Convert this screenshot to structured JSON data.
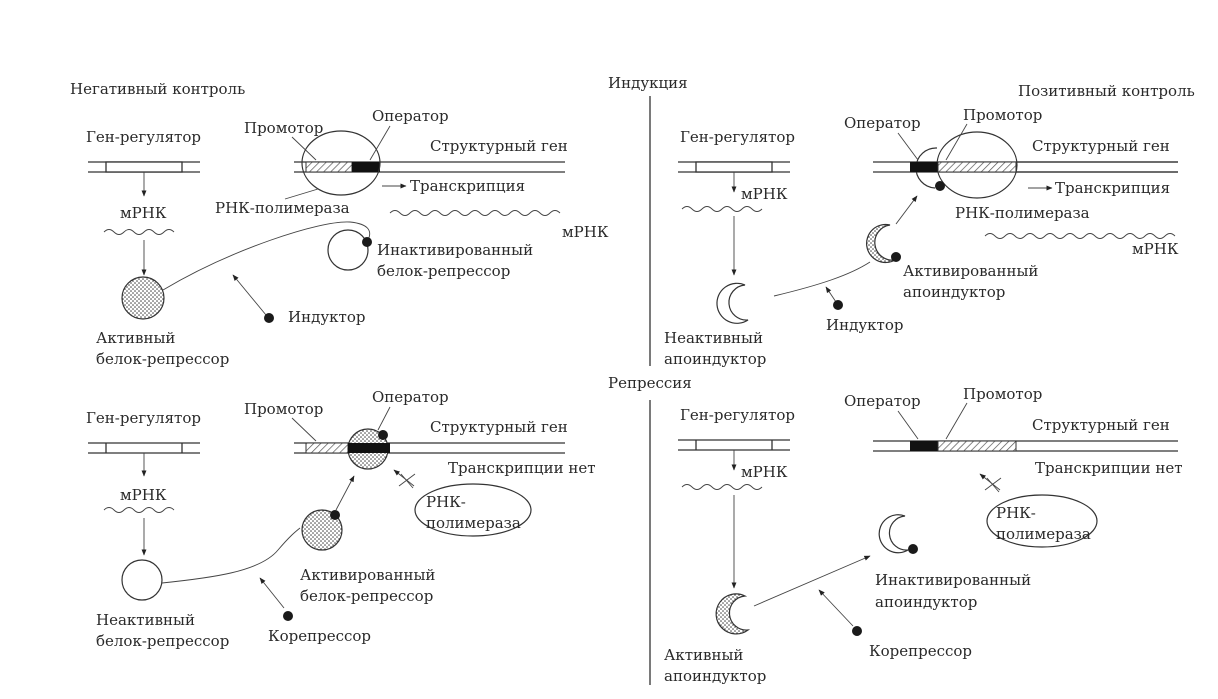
{
  "sections": {
    "negative_control": "Негативный контроль",
    "positive_control": "Позитивный контроль",
    "induction": "Индукция",
    "repression": "Репрессия"
  },
  "panels": {
    "neg_induction": {
      "regulator_gene": "Ген-регулятор",
      "mrna": "мРНК",
      "promoter": "Промотор",
      "operator": "Оператор",
      "structural_gene": "Структурный ген",
      "transcription": "Транскрипция",
      "rna_polymerase": "РНК-полимераза",
      "mrna_product": "мРНК",
      "inactivated_repressor_1": "Инактивированный",
      "inactivated_repressor_2": "белок-репрессор",
      "inducer": "Индуктор",
      "active_repressor_1": "Активный",
      "active_repressor_2": "белок-репрессор"
    },
    "pos_induction": {
      "regulator_gene": "Ген-регулятор",
      "mrna": "мРНК",
      "operator": "Оператор",
      "promoter": "Промотор",
      "structural_gene": "Структурный ген",
      "transcription": "Транскрипция",
      "rna_polymerase": "РНК-полимераза",
      "mrna_product": "мРНК",
      "activated_apoinducer_1": "Активированный",
      "activated_apoinducer_2": "апоиндуктор",
      "inducer": "Индуктор",
      "inactive_apoinducer_1": "Неактивный",
      "inactive_apoinducer_2": "апоиндуктор"
    },
    "neg_repression": {
      "regulator_gene": "Ген-регулятор",
      "mrna": "мРНК",
      "promoter": "Промотор",
      "operator": "Оператор",
      "structural_gene": "Структурный ген",
      "no_transcription": "Транскрипции нет",
      "rna_polymerase_1": "РНК-",
      "rna_polymerase_2": "полимераза",
      "activated_repressor_1": "Активированный",
      "activated_repressor_2": "белок-репрессор",
      "corepressor": "Корепрессор",
      "inactive_repressor_1": "Неактивный",
      "inactive_repressor_2": "белок-репрессор"
    },
    "pos_repression": {
      "regulator_gene": "Ген-регулятор",
      "mrna": "мРНК",
      "operator": "Оператор",
      "promoter": "Промотор",
      "structural_gene": "Структурный ген",
      "no_transcription": "Транскрипции нет",
      "rna_polymerase_1": "РНК-",
      "rna_polymerase_2": "полимераза",
      "inactivated_apoinducer_1": "Инактивированный",
      "inactivated_apoinducer_2": "апоиндуктор",
      "corepressor": "Корепрессор",
      "active_apoinducer_1": "Активный",
      "active_apoinducer_2": "апоиндуктор"
    }
  }
}
